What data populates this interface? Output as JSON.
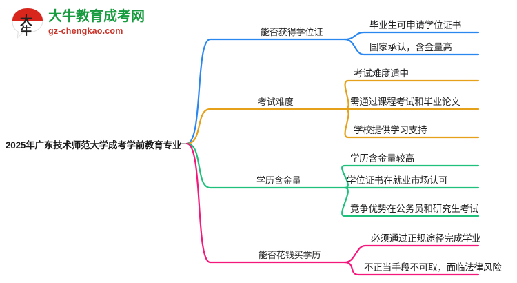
{
  "logo": {
    "mark_text": "大牛",
    "brand_name": "大牛教育成考网",
    "domain": "gz-chengkao.com",
    "brand_color": "#179b3f",
    "domain_color": "#c8352b",
    "mark_color": "#d9261c"
  },
  "mindmap": {
    "root": {
      "label": "2025年广东技术师范大学成考学前教育专业"
    },
    "branches": [
      {
        "label": "能否获得学位证",
        "color": "#2b87f0",
        "children": [
          {
            "label": "毕业生可申请学位证书"
          },
          {
            "label": "国家承认，含金量高"
          }
        ]
      },
      {
        "label": "考试难度",
        "color": "#e5a119",
        "children": [
          {
            "label": "考试难度适中"
          },
          {
            "label": "需通过课程考试和毕业论文"
          },
          {
            "label": "学校提供学习支持"
          }
        ]
      },
      {
        "label": "学历含金量",
        "color": "#1fc07c",
        "children": [
          {
            "label": "学历含金量较高"
          },
          {
            "label": "学位证书在就业市场认可"
          },
          {
            "label": "竞争优势在公务员和研究生考试"
          }
        ]
      },
      {
        "label": "能否花钱买学历",
        "color": "#f4177c",
        "children": [
          {
            "label": "必须通过正规途径完成学业"
          },
          {
            "label": "不正当手段不可取，面临法律风险"
          }
        ]
      }
    ]
  }
}
